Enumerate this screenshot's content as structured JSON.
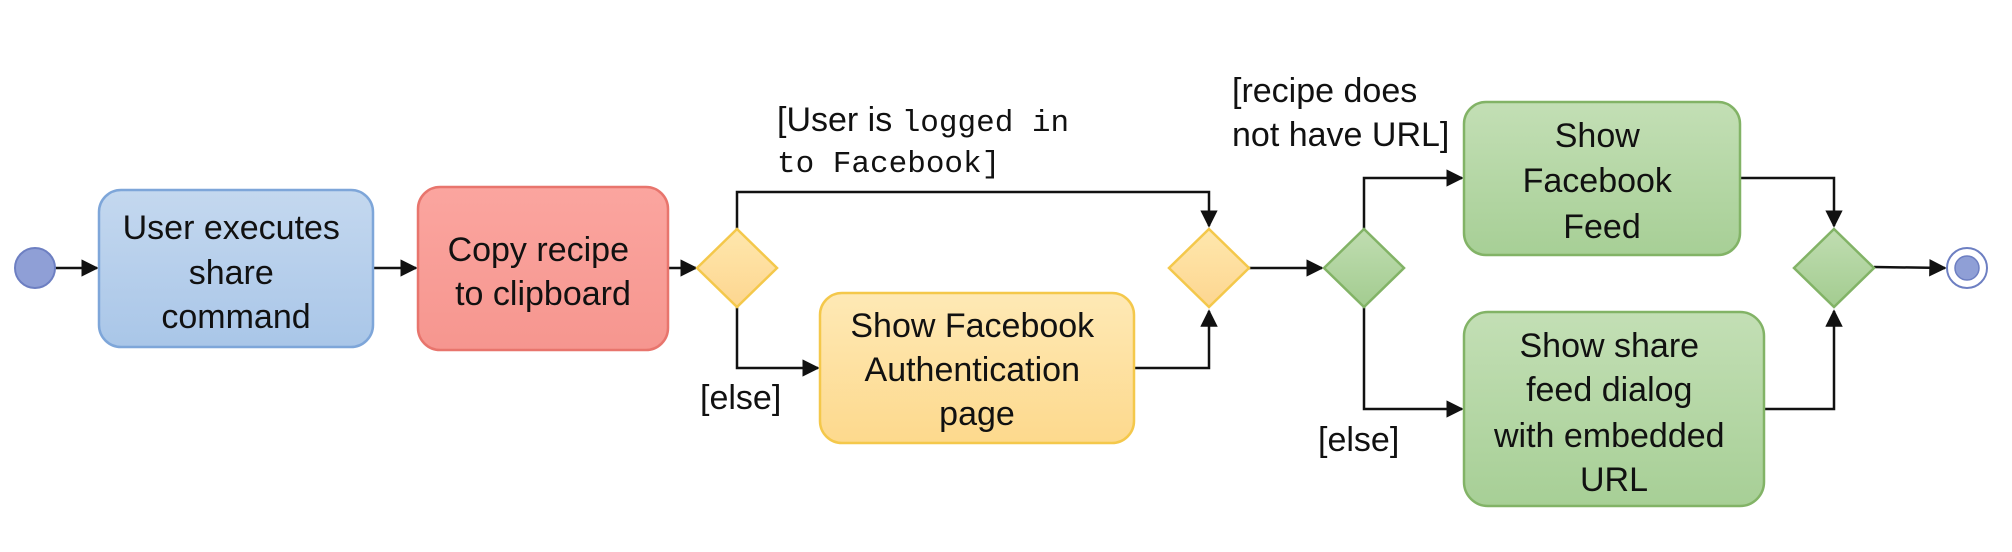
{
  "nodes": {
    "execute_share": {
      "lines": [
        "User executes",
        "share",
        "command"
      ]
    },
    "copy_recipe": {
      "lines": [
        "Copy recipe",
        "to clipboard"
      ]
    },
    "show_auth": {
      "lines": [
        "Show Facebook",
        "Authentication",
        "page"
      ]
    },
    "show_feed": {
      "lines": [
        "Show",
        "Facebook",
        "Feed"
      ]
    },
    "show_dialog": {
      "lines": [
        "Show share",
        "feed dialog",
        "with embedded",
        "URL"
      ]
    }
  },
  "guards": {
    "logged_in": {
      "line1_a": "[User is ",
      "line1_b": "logged in",
      "line2": "to Facebook]"
    },
    "else_auth": "[else]",
    "no_url": {
      "lines": [
        "[recipe does",
        "not have URL]"
      ]
    },
    "else_url": "[else]"
  },
  "colors": {
    "blue_fill": "#b8cfe9",
    "blue_stroke": "#7ea6d9",
    "red_fill": "#f8a09a",
    "red_stroke": "#e8756d",
    "yellow_fill": "#fde3a7",
    "yellow_stroke": "#f4c84b",
    "green_fill": "#b6d7a8",
    "green_stroke": "#82b366",
    "start_fill": "#8f9fd6",
    "start_stroke": "#6d7fc2"
  }
}
